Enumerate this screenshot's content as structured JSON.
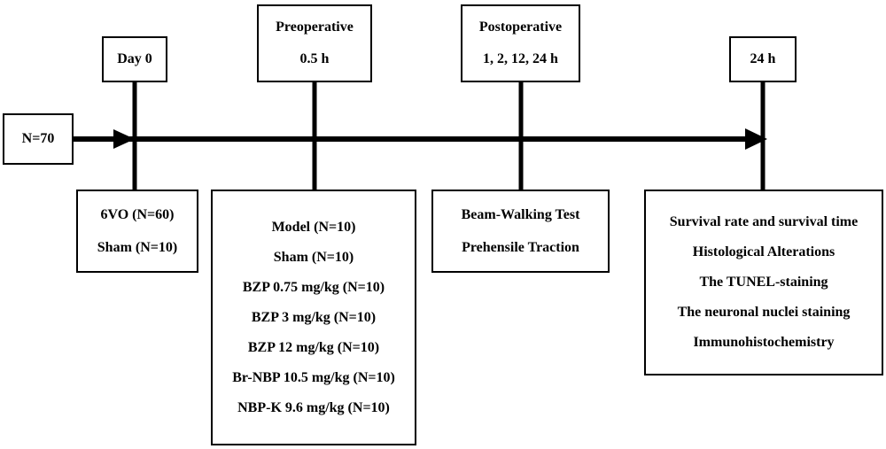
{
  "start": {
    "label": "N=70"
  },
  "milestones": [
    {
      "lines": [
        "Day 0"
      ]
    },
    {
      "lines": [
        "Preoperative",
        "0.5 h"
      ]
    },
    {
      "lines": [
        "Postoperative",
        "1, 2, 12, 24 h"
      ]
    },
    {
      "lines": [
        "24 h"
      ]
    }
  ],
  "groups": [
    {
      "lines": [
        "6VO (N=60)",
        "Sham (N=10)"
      ]
    },
    {
      "lines": [
        "Model (N=10)",
        "Sham (N=10)",
        "BZP 0.75 mg/kg (N=10)",
        "BZP 3 mg/kg (N=10)",
        "BZP 12 mg/kg (N=10)",
        "Br-NBP 10.5 mg/kg (N=10)",
        "NBP-K 9.6 mg/kg (N=10)"
      ]
    },
    {
      "lines": [
        "Beam-Walking Test",
        "Prehensile Traction"
      ]
    },
    {
      "lines": [
        "Survival rate and survival time",
        "Histological Alterations",
        "The TUNEL-staining",
        "The neuronal nuclei staining",
        "Immunohistochemistry"
      ]
    }
  ]
}
